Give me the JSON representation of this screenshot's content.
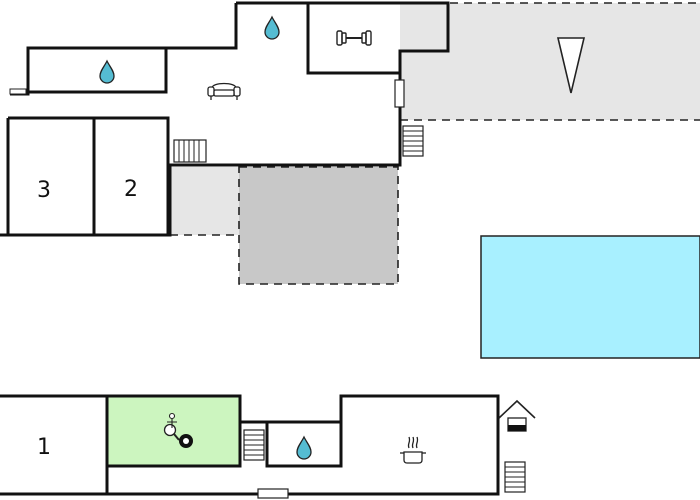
{
  "rooms": {
    "bedroom_1": {
      "label": "1"
    },
    "bedroom_2": {
      "label": "2"
    },
    "bedroom_3": {
      "label": "3"
    }
  },
  "icons": {
    "bathroom": "water-drop",
    "gym": "dumbbell",
    "living": "sofa",
    "sun_deck": "lounger",
    "game_room": "table-tennis-and-billiards",
    "kitchen": "cooking-pot",
    "well": "well"
  },
  "colors": {
    "wall": "#111111",
    "terrace": "#e6e6e6",
    "covered_terrace": "#c8c8c8",
    "pool": "#a8f0ff",
    "game_room": "#ccf5bf",
    "water": "#55bcd2"
  }
}
